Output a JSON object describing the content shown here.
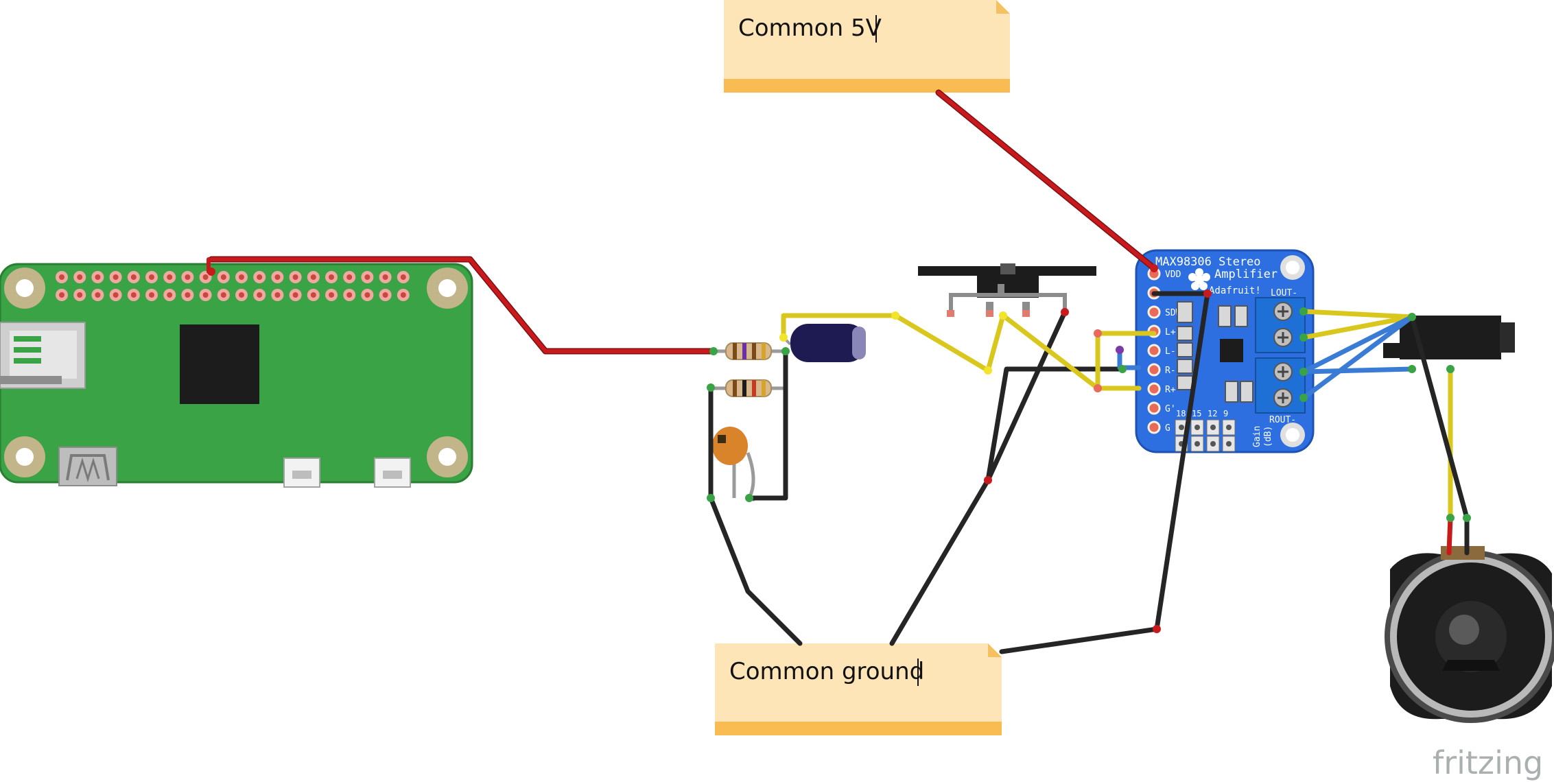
{
  "notes": {
    "power": "Common 5V",
    "ground": "Common ground"
  },
  "amplifier": {
    "title_line1": "MAX98306 Stereo",
    "title_line2": "Amplifier",
    "brand": "Adafruit!",
    "pins": [
      "VDD",
      "",
      "SDWN",
      "L+",
      "L-",
      "R-",
      "R+",
      "G'",
      "G"
    ],
    "lout": "LOUT-",
    "rout": "ROUT-",
    "gain_values": [
      "18",
      "15",
      "12",
      "9"
    ],
    "gain_label": "Gain",
    "gain_unit": "(dB)"
  },
  "watermark": "fritzing",
  "colors": {
    "wire_power": "#c8191d",
    "wire_ground": "#252525",
    "wire_signal_yellow": "#f2e42b",
    "wire_signal_blue": "#3a7bd5",
    "pi_board": "#3aa346",
    "amp_board": "#2d6ee0",
    "note_body": "#fde5b7",
    "note_band": "#f9bc52"
  }
}
